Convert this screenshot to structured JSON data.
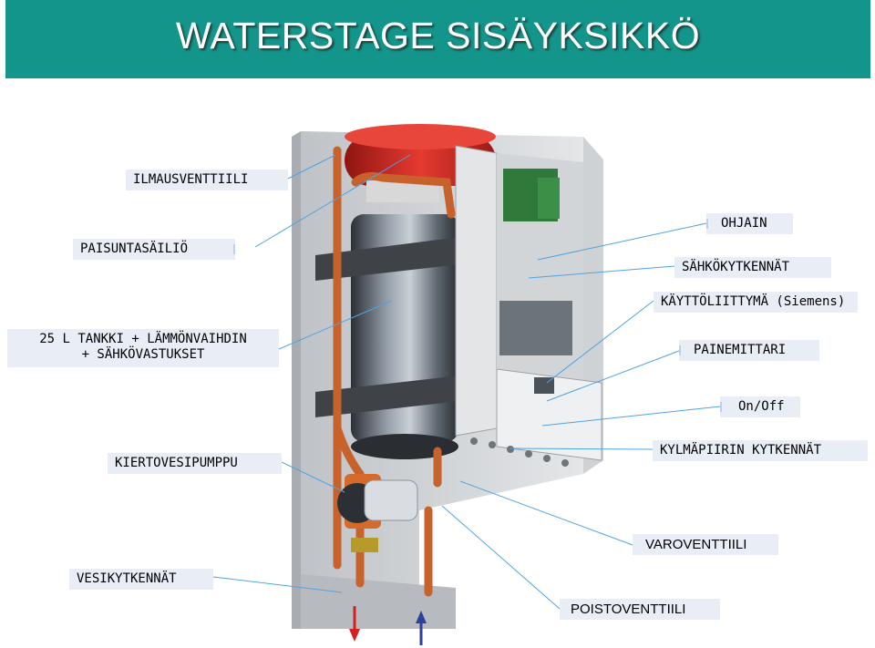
{
  "title": "WATERSTAGE SISÄYKSIKKÖ",
  "labels": {
    "ilmausventtiili": "ILMAUSVENTTIILI",
    "paisuntasailio": "PAISUNTASÄILIÖ",
    "tankki_line1": "25 L TANKKI + LÄMMÖNVAIHDIN",
    "tankki_line2": "+ SÄHKÖVASTUKSET",
    "kiertovesipumppu": "KIERTOVESIPUMPPU",
    "vesikytkennat": "VESIKYTKENNÄT",
    "ohjain": "OHJAIN",
    "sahkokytkennat": "SÄHKÖKYTKENNÄT",
    "kayttoliittyma": "KÄYTTÖLIITTYMÄ (Siemens)",
    "painemittari": "PAINEMITTARI",
    "onoff": "On/Off",
    "kylmapiirin": "KYLMÄPIIRIN KYTKENNÄT",
    "varoventtiili": "VAROVENTTIILI",
    "poistoventtiili": "POISTOVENTTIILI"
  },
  "colors": {
    "header": "#13958b",
    "label_bg": "#e9eef6",
    "leader_line": "#4fa3e0",
    "tank_red": "#d7251f",
    "pipe_copper": "#c8622c",
    "flow_out_arrow": "#d42020",
    "flow_in_arrow": "#2f3f9a"
  }
}
